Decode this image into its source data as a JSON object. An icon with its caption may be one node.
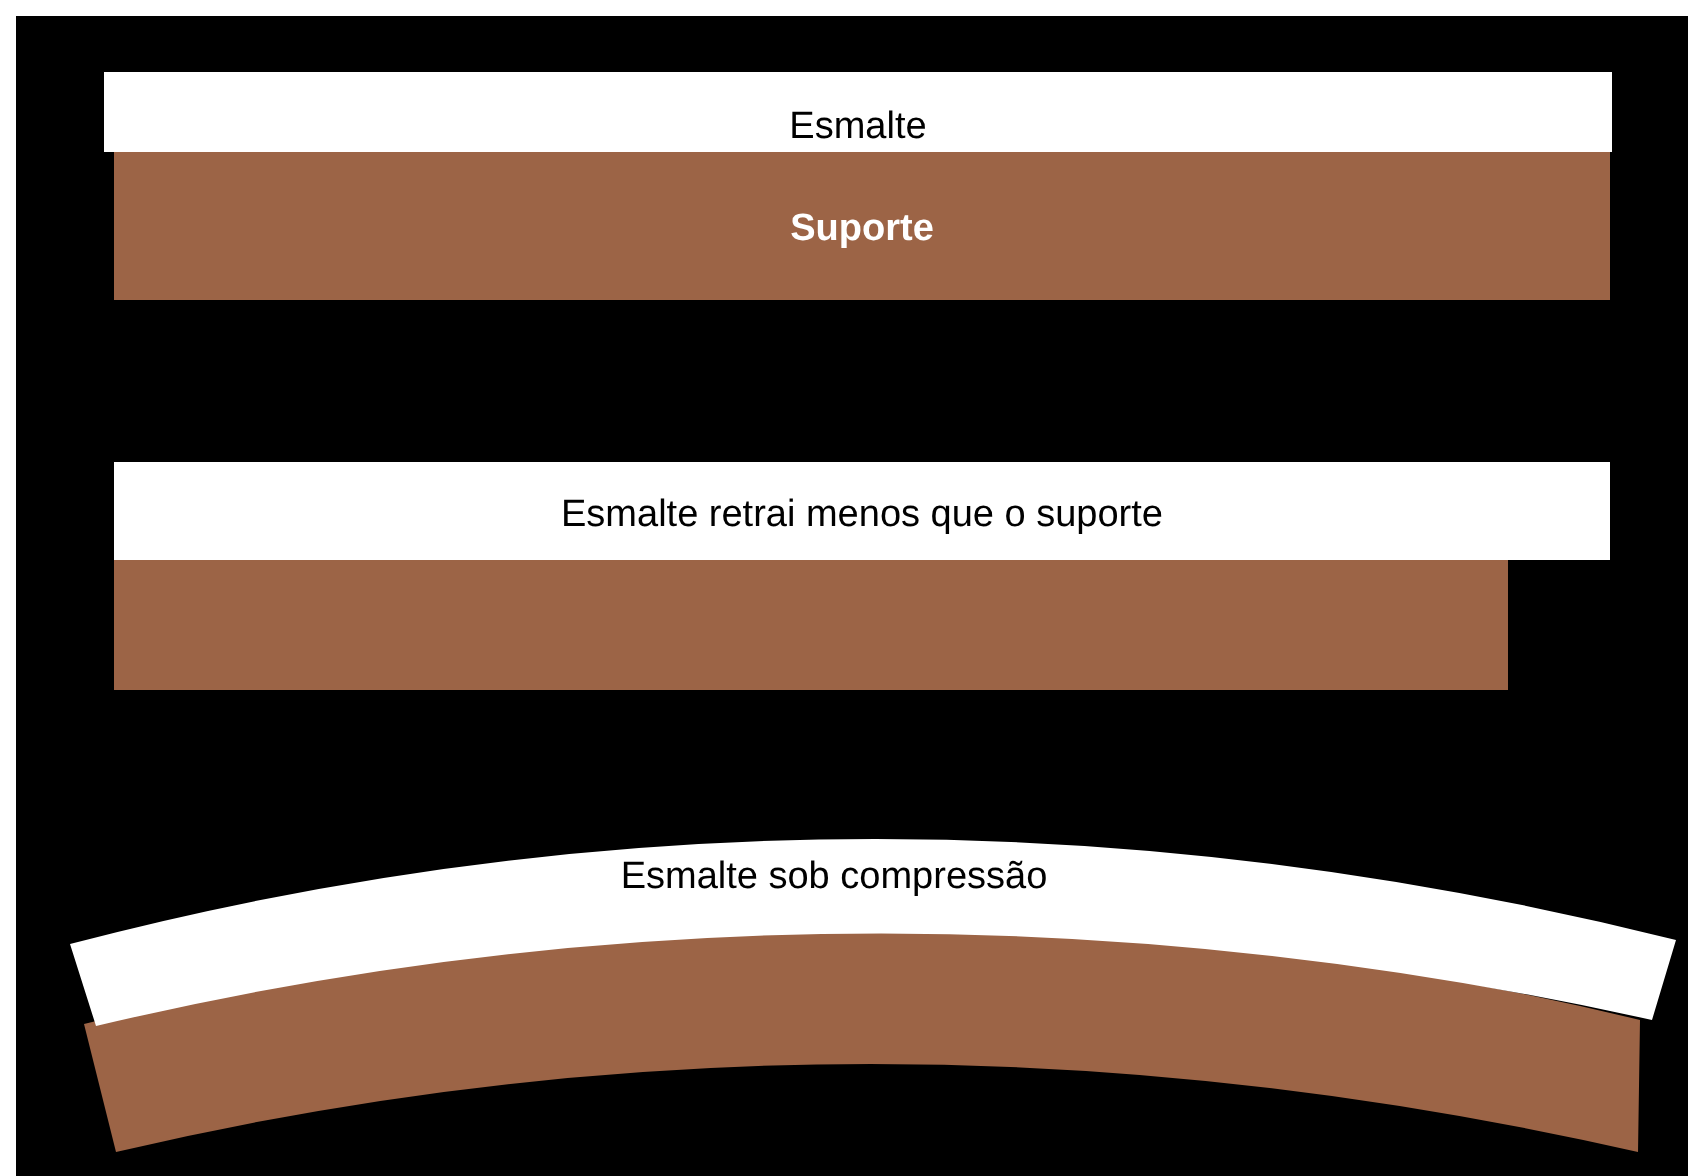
{
  "diagram": {
    "nodes": [
      {
        "text": [
          "Esmalte"
        ]
      },
      {
        "text": [
          "Suporte"
        ]
      },
      {
        "text": [
          "Esmalte retrai menos que o suporte"
        ]
      },
      {
        "text": [],
        "shape": "box"
      },
      {
        "text": [
          "Esmalte sob compressão"
        ]
      },
      {
        "text": [],
        "shape": "bar"
      }
    ]
  }
}
